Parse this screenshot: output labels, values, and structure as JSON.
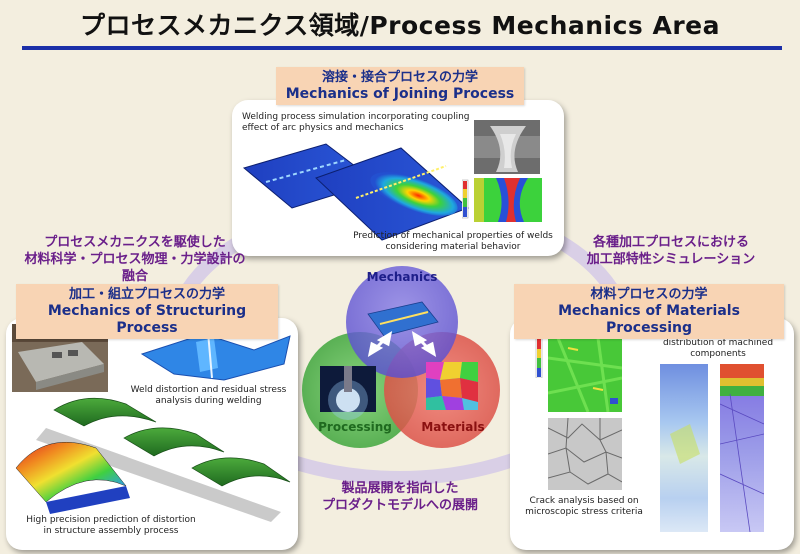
{
  "title": "プロセスメカニクス領域/Process Mechanics Area",
  "joining": {
    "label_jp": "溶接・接合プロセスの力学",
    "label_en": "Mechanics of Joining Process",
    "caption_top": "Welding process simulation incorporating coupling effect of arc physics and mechanics",
    "caption_bottom": "Prediction of mechanical properties of welds considering material behavior"
  },
  "structuring": {
    "label_jp": "加工・組立プロセスの力学",
    "label_en": "Mechanics of Structuring Process",
    "caption_weld": "Weld distortion and residual stress analysis during welding",
    "caption_bottom": "High precision prediction of distortion in structure assembly process"
  },
  "materials_processing": {
    "label_jp": "材料プロセスの力学",
    "label_en": "Mechanics of Materials Processing",
    "caption_top": "Evaluation of stress/strain distribution of machined components",
    "caption_crack": "Crack analysis based on microscopic stress criteria"
  },
  "venn": {
    "mechanics": "Mechanics",
    "processing": "Processing",
    "materials": "Materials",
    "colors": {
      "mechanics": "#6b5fd8",
      "processing": "#4fb84f",
      "materials": "#e05a4f"
    }
  },
  "arc_text": {
    "left": "プロセスメカニクスを駆使した\n材料科学・プロセス物理・力学設計の融合",
    "right": "各種加工プロセスにおける\n加工部特性シミュレーション",
    "bottom": "製品展開を指向した\nプロダクトモデルへの展開"
  }
}
